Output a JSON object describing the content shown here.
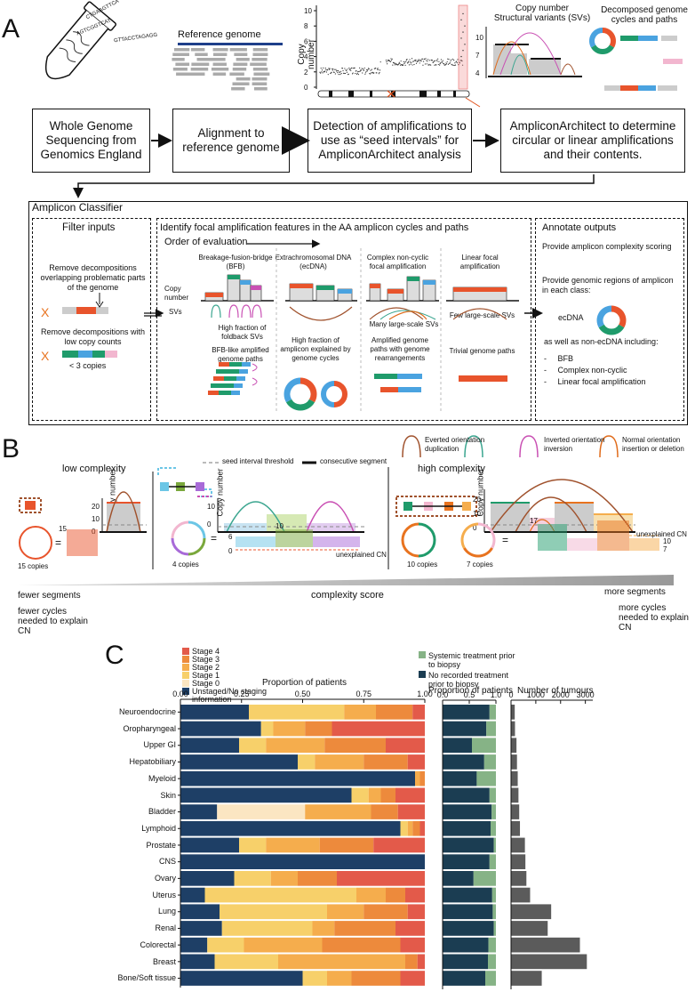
{
  "panel_a": {
    "letter": "A",
    "reference_genome": "Reference genome",
    "copy_number": "Copy number",
    "sv_title": "Copy number\nStructural variants (SVs)",
    "decomposed": "Decomposed genome\ncycles and paths",
    "cn_ticks": [
      "10",
      "8",
      "6",
      "4",
      "2",
      "0"
    ],
    "sv_ticks": [
      "10",
      "7",
      "4"
    ],
    "reads": [
      "CTGAAGTTCA",
      "AGTCGGTCAT",
      "GTTACCTAGAGG"
    ],
    "steps": [
      "Whole Genome Sequencing from Genomics England",
      "Alignment to reference genome",
      "Detection of amplifications to use as “seed intervals” for AmpliconArchitect analysis",
      "AmpliconArchitect to determine circular or linear amplifications and their contents."
    ]
  },
  "classifier": {
    "title": "Amplicon Classifier",
    "filter_title": "Filter inputs",
    "filter1": "Remove decompositions overlapping problematic parts of the genome",
    "filter2": "Remove decompositions with low copy counts",
    "filter2_note": "< 3 copies",
    "features_title": "Identify focal amplification features in the AA amplicon cycles and paths",
    "order": "Order of evaluation",
    "copy_number": "Copy number",
    "svs": "SVs",
    "bfb_title": "Breakage-fusion-bridge (BFB)",
    "ecdna_title": "Extrachromosomal DNA (ecDNA)",
    "complex_title": "Complex non-cyclic focal amplification",
    "linear_title": "Linear focal amplification",
    "bfb_feat1": "High fraction of foldback SVs",
    "bfb_feat2": "BFB-like amplified genome paths",
    "ecdna_feat": "High fraction of amplicon explained by genome cycles",
    "complex_feat1": "Many large-scale SVs",
    "complex_feat2": "Amplified genome paths with genome rearrangements",
    "linear_feat1": "Few large-scale SVs",
    "linear_feat2": "Trivial genome paths",
    "annotate_title": "Annotate outputs",
    "annotate1": "Provide amplicon complexity scoring",
    "annotate2": "Provide genomic regions of amplicon in each class:",
    "annotate_ecdna": "ecDNA",
    "annotate3": "as well as non-ecDNA including:",
    "annotate_items": [
      "BFB",
      "Complex non-cyclic",
      "Linear focal amplification"
    ]
  },
  "panel_b": {
    "letter": "B",
    "legend_everted": "Everted orientation duplication",
    "legend_inverted": "Inverted orientation inversion",
    "legend_normal": "Normal orientation insertion or deletion",
    "seed": "seed interval threshold",
    "consecutive": "consecutive segment",
    "low": "low complexity",
    "high": "high complexity",
    "copy_number": "Copy number",
    "c15": "15 copies",
    "c4": "4 copies",
    "c10": "10 copies",
    "c7": "7 copies",
    "unexplained": "unexplained CN",
    "n15": "15",
    "n10": "10",
    "n6": "6",
    "n0": "0",
    "n17": "17",
    "n10b": "10",
    "n7": "7",
    "fewer_seg": "fewer segments",
    "fewer_cyc": "fewer cycles needed to explain CN",
    "score": "complexity score",
    "more_seg": "more segments",
    "more_cyc": "more cycles needed to explain CN"
  },
  "panel_c": {
    "letter": "C",
    "colors": {
      "s4": "#e35a4a",
      "s3": "#ed8a3c",
      "s2": "#f5ad4d",
      "s1": "#f7d06a",
      "s0": "#fbe6c2",
      "un": "#1e3f66",
      "sys": "#86b386",
      "none": "#1b3d52",
      "tum": "#5b5b5b"
    }
  },
  "chart_data": [
    {
      "type": "bar",
      "orientation": "horizontal",
      "stacked": true,
      "xlabel": "Proportion of patients",
      "xticks": [
        "0.00",
        "0.25",
        "0.50",
        "0.75",
        "1.00"
      ],
      "xlim": [
        0,
        1
      ],
      "categories": [
        "Neuroendocrine",
        "Oropharyngeal",
        "Upper GI",
        "Hepatobiliary",
        "Myeloid",
        "Skin",
        "Bladder",
        "Lymphoid",
        "Prostate",
        "CNS",
        "Ovary",
        "Uterus",
        "Lung",
        "Renal",
        "Colorectal",
        "Breast",
        "Bone/Soft tissue"
      ],
      "series": [
        {
          "name": "Unstaged/No staging information",
          "values": [
            0.28,
            0.33,
            0.24,
            0.48,
            0.96,
            0.7,
            0.15,
            0.9,
            0.24,
            1.0,
            0.22,
            0.1,
            0.16,
            0.17,
            0.11,
            0.14,
            0.5
          ]
        },
        {
          "name": "Stage 0",
          "values": [
            0,
            0,
            0,
            0,
            0,
            0,
            0.36,
            0,
            0,
            0,
            0,
            0,
            0,
            0,
            0,
            0,
            0
          ]
        },
        {
          "name": "Stage 1",
          "values": [
            0.39,
            0.05,
            0.11,
            0.07,
            0,
            0.07,
            0,
            0.03,
            0.11,
            0,
            0.15,
            0.62,
            0.44,
            0.37,
            0.15,
            0.26,
            0.1
          ]
        },
        {
          "name": "Stage 2",
          "values": [
            0.13,
            0.13,
            0.24,
            0.2,
            0.02,
            0.05,
            0.27,
            0.02,
            0.22,
            0,
            0.11,
            0.12,
            0.15,
            0.09,
            0.32,
            0.52,
            0.1
          ]
        },
        {
          "name": "Stage 3",
          "values": [
            0.15,
            0.11,
            0.25,
            0.18,
            0.02,
            0.06,
            0.11,
            0.03,
            0.22,
            0,
            0.16,
            0.08,
            0.18,
            0.25,
            0.32,
            0.05,
            0.2
          ]
        },
        {
          "name": "Stage 4",
          "values": [
            0.05,
            0.38,
            0.16,
            0.07,
            0,
            0.12,
            0.11,
            0.02,
            0.21,
            0,
            0.36,
            0.08,
            0.07,
            0.12,
            0.1,
            0.03,
            0.1
          ]
        }
      ]
    },
    {
      "type": "bar",
      "orientation": "horizontal",
      "stacked": true,
      "xlabel": "Proportion of patients",
      "xticks": [
        "0.0",
        "0.5",
        "1.0"
      ],
      "xlim": [
        0,
        1
      ],
      "categories": [
        "Neuroendocrine",
        "Oropharyngeal",
        "Upper GI",
        "Hepatobiliary",
        "Myeloid",
        "Skin",
        "Bladder",
        "Lymphoid",
        "Prostate",
        "CNS",
        "Ovary",
        "Uterus",
        "Lung",
        "Renal",
        "Colorectal",
        "Breast",
        "Bone/Soft tissue"
      ],
      "series": [
        {
          "name": "No recorded treatment prior to biopsy",
          "values": [
            0.88,
            0.82,
            0.55,
            0.78,
            0.64,
            0.88,
            0.92,
            0.9,
            0.96,
            0.88,
            0.58,
            0.93,
            0.94,
            0.96,
            0.86,
            0.85,
            0.8
          ]
        },
        {
          "name": "Systemic treatment prior to biopsy",
          "values": [
            0.12,
            0.18,
            0.45,
            0.22,
            0.36,
            0.12,
            0.08,
            0.1,
            0.04,
            0.12,
            0.42,
            0.07,
            0.06,
            0.04,
            0.14,
            0.15,
            0.2
          ]
        }
      ]
    },
    {
      "type": "bar",
      "orientation": "horizontal",
      "xlabel": "Number of tumours",
      "xticks": [
        "0",
        "1000",
        "2000",
        "3000"
      ],
      "xlim": [
        0,
        3300
      ],
      "categories": [
        "Neuroendocrine",
        "Oropharyngeal",
        "Upper GI",
        "Hepatobiliary",
        "Myeloid",
        "Skin",
        "Bladder",
        "Lymphoid",
        "Prostate",
        "CNS",
        "Ovary",
        "Uterus",
        "Lung",
        "Renal",
        "Colorectal",
        "Breast",
        "Bone/Soft tissue"
      ],
      "values": [
        150,
        160,
        220,
        240,
        270,
        300,
        330,
        360,
        560,
        580,
        620,
        770,
        1620,
        1480,
        2780,
        3060,
        1240
      ]
    }
  ],
  "legend_c": {
    "stages": [
      "Stage 4",
      "Stage 3",
      "Stage 2",
      "Stage 1",
      "Stage 0",
      "Unstaged/No staging information"
    ],
    "treat": [
      "Systemic treatment prior to biopsy",
      "No recorded treatment prior to biopsy"
    ]
  }
}
